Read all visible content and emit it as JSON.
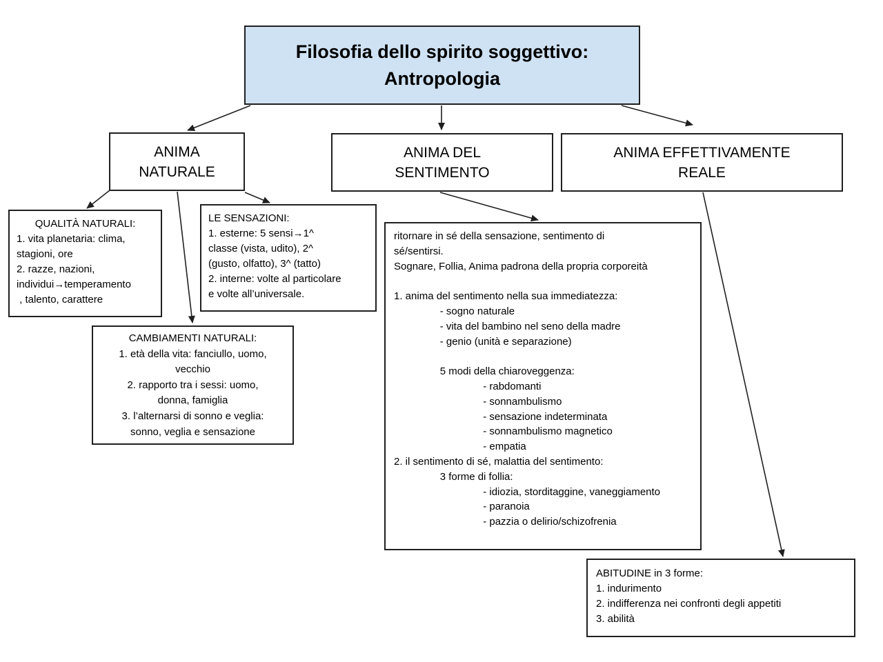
{
  "diagram": {
    "title": {
      "text": "Filosofia dello spirito soggettivo:\nAntropologia",
      "fill_color": "#cfe2f3"
    },
    "nodes": {
      "anima_naturale": {
        "label": "ANIMA\nNATURALE"
      },
      "anima_del_sentimento": {
        "label": "ANIMA DEL\nSENTIMENTO"
      },
      "anima_effettivamente_reale": {
        "label": "ANIMA EFFETTIVAMENTE\nREALE"
      },
      "qualita_naturali": {
        "heading": "QUALITÀ NATURALI:",
        "body": "1. vita planetaria: clima,\nstagioni, ore\n2. razze, nazioni,\nindividui→temperamento\n , talento, carattere"
      },
      "le_sensazioni": {
        "heading": "LE SENSAZIONI:",
        "body": "1. esterne: 5 sensi→1^\nclasse (vista, udito), 2^\n(gusto, olfatto), 3^ (tatto)\n2. interne: volte al particolare\ne volte all’universale."
      },
      "cambiamenti_naturali": {
        "heading": "CAMBIAMENTI NATURALI:",
        "body": "1. età della vita: fanciullo, uomo,\nvecchio\n2. rapporto tra i sessi: uomo,\ndonna, famiglia\n3. l’alternarsi di sonno e veglia:\nsonno, veglia e sensazione"
      },
      "anima_sentimento_dettaglio": {
        "body": "ritornare in sé della sensazione, sentimento di\nsé/sentirsi.\nSognare, Follia, Anima padrona della propria corporeità\n\n1. anima del sentimento nella sua immediatezza:\n                - sogno naturale\n                - vita del bambino nel seno della madre\n                - genio (unità e separazione)\n\n                5 modi della chiaroveggenza:\n                               - rabdomanti\n                               - sonnambulismo\n                               - sensazione indeterminata\n                               - sonnambulismo magnetico\n                               - empatia\n2. il sentimento di sé, malattia del sentimento:\n                3 forme di follia:\n                               - idiozia, storditaggine, vaneggiamento\n                               - paranoia\n                               - pazzia o delirio/schizofrenia"
      },
      "abitudine": {
        "body": "ABITUDINE in 3 forme:\n1. indurimento\n2. indifferenza nei confronti degli appetiti\n3. abilità"
      }
    },
    "edges": [
      {
        "from": "title",
        "to": "anima_naturale"
      },
      {
        "from": "title",
        "to": "anima_del_sentimento"
      },
      {
        "from": "title",
        "to": "anima_effettivamente_reale"
      },
      {
        "from": "anima_naturale",
        "to": "qualita_naturali"
      },
      {
        "from": "anima_naturale",
        "to": "cambiamenti_naturali"
      },
      {
        "from": "anima_naturale",
        "to": "le_sensazioni"
      },
      {
        "from": "anima_del_sentimento",
        "to": "anima_sentimento_dettaglio"
      },
      {
        "from": "anima_effettivamente_reale",
        "to": "abitudine"
      }
    ],
    "colors": {
      "background": "#ffffff",
      "box_border": "#1f1f1f",
      "text": "#000000",
      "title_fill": "#cfe2f3"
    }
  }
}
